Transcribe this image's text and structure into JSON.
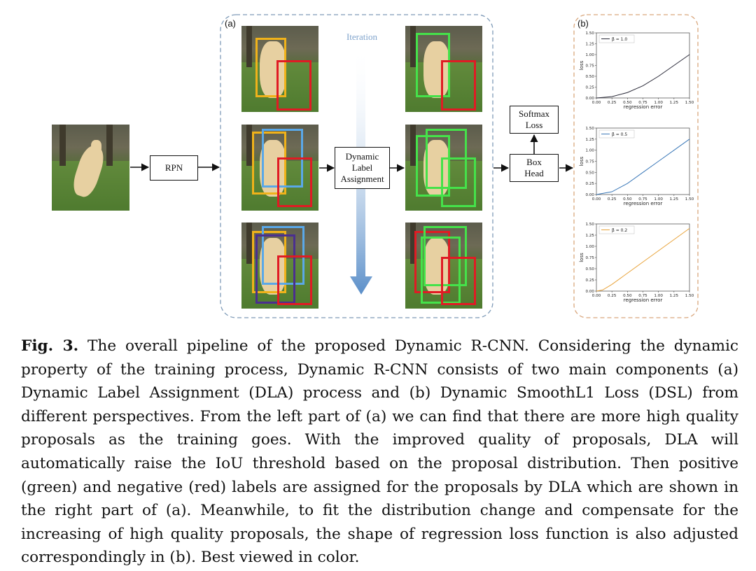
{
  "figure": {
    "panel_a_label": "(a)",
    "panel_b_label": "(b)",
    "iteration_label": "Iteration",
    "nodes": {
      "rpn": "RPN",
      "dla_line1": "Dynamic",
      "dla_line2": "Label",
      "dla_line3": "Assignment",
      "softmax_line1": "Softmax",
      "softmax_line2": "Loss",
      "boxhead_line1": "Box",
      "boxhead_line2": "Head"
    },
    "colors": {
      "panel_a_border": "#7f9bb8",
      "panel_b_border": "#d9a77d",
      "iteration_arrow": "#5b8fc9",
      "positive_box": "#45e24a",
      "negative_box": "#e01b24",
      "proposal_yellow": "#f0b21a",
      "proposal_blue": "#5aa8e8",
      "proposal_purple": "#4b2f8f"
    }
  },
  "chart_data": [
    {
      "type": "line",
      "title": "",
      "xlabel": "regression error",
      "ylabel": "loss",
      "xlim": [
        0.0,
        1.5
      ],
      "ylim": [
        0.0,
        1.5
      ],
      "xticks": [
        "0.00",
        "0.25",
        "0.50",
        "0.75",
        "1.00",
        "1.25",
        "1.50"
      ],
      "yticks": [
        "0.00",
        "0.25",
        "0.50",
        "0.75",
        "1.00",
        "1.25",
        "1.50"
      ],
      "legend": "top-left",
      "series": [
        {
          "name": "β = 1.0",
          "color": "#2b2b3a",
          "x": [
            0.0,
            0.25,
            0.5,
            0.75,
            1.0,
            1.25,
            1.5
          ],
          "y": [
            0.0,
            0.031,
            0.125,
            0.281,
            0.5,
            0.75,
            1.0
          ]
        }
      ]
    },
    {
      "type": "line",
      "title": "",
      "xlabel": "regression error",
      "ylabel": "loss",
      "xlim": [
        0.0,
        1.5
      ],
      "ylim": [
        0.0,
        1.5
      ],
      "xticks": [
        "0.00",
        "0.25",
        "0.50",
        "0.75",
        "1.00",
        "1.25",
        "1.50"
      ],
      "yticks": [
        "0.00",
        "0.25",
        "0.50",
        "0.75",
        "1.00",
        "1.25",
        "1.50"
      ],
      "legend": "top-left",
      "series": [
        {
          "name": "β = 0.5",
          "color": "#3a78b8",
          "x": [
            0.0,
            0.25,
            0.5,
            0.75,
            1.0,
            1.25,
            1.5
          ],
          "y": [
            0.0,
            0.0625,
            0.25,
            0.5,
            0.75,
            1.0,
            1.25
          ]
        }
      ]
    },
    {
      "type": "line",
      "title": "",
      "xlabel": "regression error",
      "ylabel": "loss",
      "xlim": [
        0.0,
        1.5
      ],
      "ylim": [
        0.0,
        1.5
      ],
      "xticks": [
        "0.00",
        "0.25",
        "0.50",
        "0.75",
        "1.00",
        "1.25",
        "1.50"
      ],
      "yticks": [
        "0.00",
        "0.25",
        "0.50",
        "0.75",
        "1.00",
        "1.25",
        "1.50"
      ],
      "legend": "top-left",
      "series": [
        {
          "name": "β = 0.2",
          "color": "#e8a33a",
          "x": [
            0.0,
            0.1,
            0.25,
            0.5,
            0.75,
            1.0,
            1.25,
            1.5
          ],
          "y": [
            0.0,
            0.025,
            0.15,
            0.4,
            0.65,
            0.9,
            1.15,
            1.4
          ]
        }
      ]
    }
  ],
  "caption": {
    "label": "Fig. 3.",
    "text": " The overall pipeline of the proposed Dynamic R-CNN. Considering the dynamic property of the training process, Dynamic R-CNN consists of two main components (a) Dynamic Label Assignment (DLA) process and (b) Dynamic SmoothL1 Loss (DSL) from different perspectives. From the left part of (a) we can find that there are more high quality proposals as the training goes. With the improved quality of proposals, DLA will automatically raise the IoU threshold based on the proposal distribution. Then positive (green) and negative (red) labels are assigned for the proposals by DLA which are shown in the right part of (a). Meanwhile, to fit the distribution change and compensate for the increasing of high quality proposals, the shape of regression loss function is also adjusted correspondingly in (b). Best viewed in color."
  }
}
